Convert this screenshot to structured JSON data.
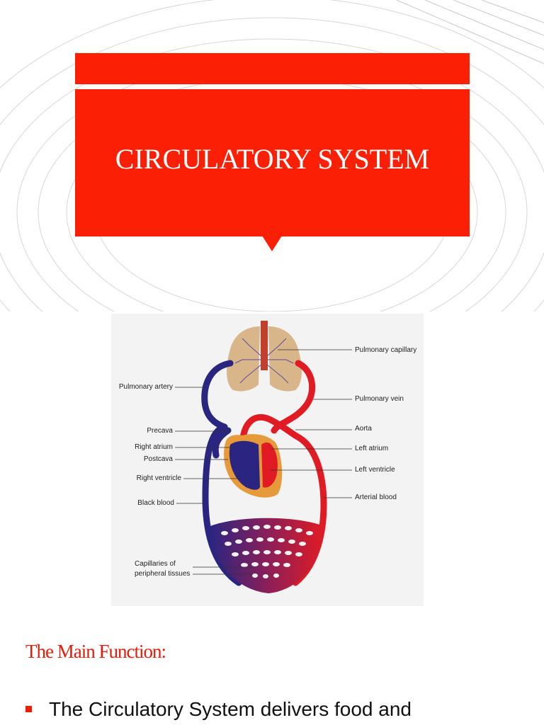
{
  "slide": {
    "title": "CIRCULATORY SYSTEM",
    "section_heading": "The Main Function:",
    "bullets": [
      "The Circulatory System delivers food and"
    ]
  },
  "diagram": {
    "labels": {
      "pulmonary_capillary": "Pulmonary capillary",
      "pulmonary_artery": "Pulmonary artery",
      "pulmonary_vein": "Pulmonary vein",
      "precava": "Precava",
      "aorta": "Aorta",
      "right_atrium": "Right atrium",
      "left_atrium": "Left atrium",
      "postcava": "Postcava",
      "left_ventricle": "Left ventricle",
      "right_ventricle": "Right ventricle",
      "arterial_blood": "Arterial blood",
      "black_blood": "Black blood",
      "capillaries_line1": "Capillaries of",
      "capillaries_line2": "peripheral tissues"
    }
  },
  "colors": {
    "accent_red": "#fb1f06",
    "arterial": "#e01b24",
    "venous": "#2a2580",
    "heart_outline": "#e79a3a",
    "lung": "#d9b58a"
  }
}
